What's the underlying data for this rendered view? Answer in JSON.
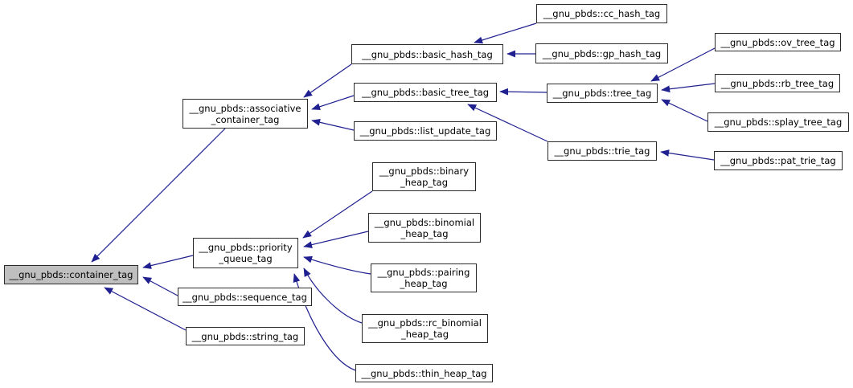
{
  "diagram": {
    "type": "inheritance-graph",
    "colors": {
      "edge": "#202090",
      "node_border": "#2b2b2b",
      "node_fill": "#ffffff",
      "highlight_fill": "#bfbfbf",
      "background": "#ffffff"
    },
    "nodes": [
      {
        "id": "container_tag",
        "label": "__gnu_pbds::container_tag",
        "highlighted": true
      },
      {
        "id": "associative_container_tag",
        "label": "__gnu_pbds::associative\n_container_tag",
        "highlighted": false
      },
      {
        "id": "sequence_tag",
        "label": "__gnu_pbds::sequence_tag",
        "highlighted": false
      },
      {
        "id": "string_tag",
        "label": "__gnu_pbds::string_tag",
        "highlighted": false
      },
      {
        "id": "priority_queue_tag",
        "label": "__gnu_pbds::priority\n_queue_tag",
        "highlighted": false
      },
      {
        "id": "basic_hash_tag",
        "label": "__gnu_pbds::basic_hash_tag",
        "highlighted": false
      },
      {
        "id": "basic_tree_tag",
        "label": "__gnu_pbds::basic_tree_tag",
        "highlighted": false
      },
      {
        "id": "list_update_tag",
        "label": "__gnu_pbds::list_update_tag",
        "highlighted": false
      },
      {
        "id": "binary_heap_tag",
        "label": "__gnu_pbds::binary\n_heap_tag",
        "highlighted": false
      },
      {
        "id": "binomial_heap_tag",
        "label": "__gnu_pbds::binomial\n_heap_tag",
        "highlighted": false
      },
      {
        "id": "pairing_heap_tag",
        "label": "__gnu_pbds::pairing\n_heap_tag",
        "highlighted": false
      },
      {
        "id": "rc_binomial_heap_tag",
        "label": "__gnu_pbds::rc_binomial\n_heap_tag",
        "highlighted": false
      },
      {
        "id": "thin_heap_tag",
        "label": "__gnu_pbds::thin_heap_tag",
        "highlighted": false
      },
      {
        "id": "cc_hash_tag",
        "label": "__gnu_pbds::cc_hash_tag",
        "highlighted": false
      },
      {
        "id": "gp_hash_tag",
        "label": "__gnu_pbds::gp_hash_tag",
        "highlighted": false
      },
      {
        "id": "tree_tag",
        "label": "__gnu_pbds::tree_tag",
        "highlighted": false
      },
      {
        "id": "trie_tag",
        "label": "__gnu_pbds::trie_tag",
        "highlighted": false
      },
      {
        "id": "ov_tree_tag",
        "label": "__gnu_pbds::ov_tree_tag",
        "highlighted": false
      },
      {
        "id": "rb_tree_tag",
        "label": "__gnu_pbds::rb_tree_tag",
        "highlighted": false
      },
      {
        "id": "splay_tree_tag",
        "label": "__gnu_pbds::splay_tree_tag",
        "highlighted": false
      },
      {
        "id": "pat_trie_tag",
        "label": "__gnu_pbds::pat_trie_tag",
        "highlighted": false
      }
    ],
    "edges": [
      {
        "from": "associative_container_tag",
        "to": "container_tag"
      },
      {
        "from": "priority_queue_tag",
        "to": "container_tag"
      },
      {
        "from": "sequence_tag",
        "to": "container_tag"
      },
      {
        "from": "string_tag",
        "to": "container_tag"
      },
      {
        "from": "basic_hash_tag",
        "to": "associative_container_tag"
      },
      {
        "from": "basic_tree_tag",
        "to": "associative_container_tag"
      },
      {
        "from": "list_update_tag",
        "to": "associative_container_tag"
      },
      {
        "from": "cc_hash_tag",
        "to": "basic_hash_tag"
      },
      {
        "from": "gp_hash_tag",
        "to": "basic_hash_tag"
      },
      {
        "from": "tree_tag",
        "to": "basic_tree_tag"
      },
      {
        "from": "trie_tag",
        "to": "basic_tree_tag"
      },
      {
        "from": "ov_tree_tag",
        "to": "tree_tag"
      },
      {
        "from": "rb_tree_tag",
        "to": "tree_tag"
      },
      {
        "from": "splay_tree_tag",
        "to": "tree_tag"
      },
      {
        "from": "pat_trie_tag",
        "to": "trie_tag"
      },
      {
        "from": "binary_heap_tag",
        "to": "priority_queue_tag"
      },
      {
        "from": "binomial_heap_tag",
        "to": "priority_queue_tag"
      },
      {
        "from": "pairing_heap_tag",
        "to": "priority_queue_tag"
      },
      {
        "from": "rc_binomial_heap_tag",
        "to": "priority_queue_tag"
      },
      {
        "from": "thin_heap_tag",
        "to": "priority_queue_tag"
      }
    ]
  }
}
